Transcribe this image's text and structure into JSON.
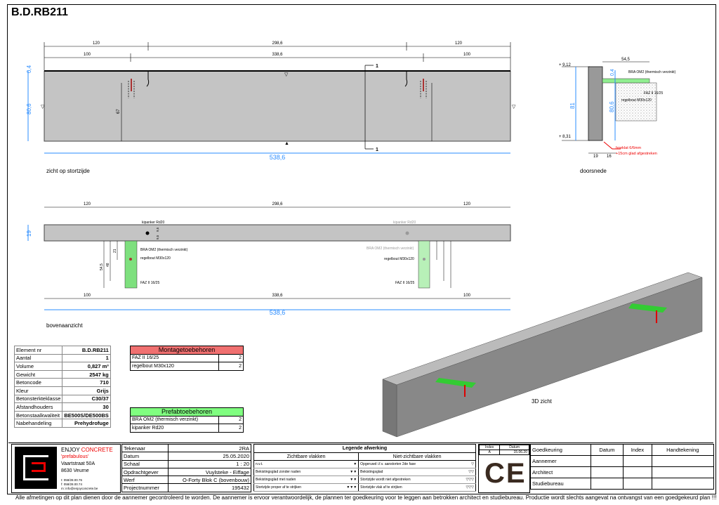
{
  "title": "B.D.RB211",
  "views": {
    "front": {
      "label": "zicht op stortzijde",
      "dims_top": [
        "120",
        "298,6",
        "120"
      ],
      "dims_mid": [
        "100",
        "338,6",
        "100"
      ],
      "total": "538,6",
      "height": "80,6",
      "top": "0,4",
      "anchor_height": "67",
      "section_mark": "1"
    },
    "section": {
      "label": "doorsnede",
      "level_top": "+ 9,12",
      "level_bottom": "+ 8,31",
      "height": "81",
      "inner_height": "80,6",
      "plate_thickness": "0,4",
      "plate_width": "54,5",
      "width": "19",
      "offset": "16",
      "bra_label": "BRA OM2 (thermisch verzinkt)",
      "faz_label": "FAZ II 16/25",
      "regel_label": "regelbout M30x120",
      "note1": "hoeklat 6/6mm",
      "note2": "+15cm glad afgestreken"
    },
    "top": {
      "label": "bovenaanzicht",
      "dims_top": [
        "120",
        "298,6",
        "120"
      ],
      "dims_bottom": [
        "100",
        "338,6",
        "100"
      ],
      "total": "538,6",
      "thickness": "19",
      "half1": "9,5",
      "half2": "9,5",
      "kipanker": "kipanker Rd20",
      "bra": "BRA OM2 (thermisch verzinkt)",
      "regel": "regelbout M30x120",
      "faz": "FAZ II 16/25",
      "d1": "21",
      "d2": "48",
      "d3": "54,5"
    },
    "iso": {
      "label": "3D zicht"
    }
  },
  "properties": [
    {
      "k": "Element nr",
      "v": "B.D.RB211"
    },
    {
      "k": "Aantal",
      "v": "1"
    },
    {
      "k": "Volume",
      "v": "0,827 m³"
    },
    {
      "k": "Gewicht",
      "v": "2547 kg"
    },
    {
      "k": "Betoncode",
      "v": "710"
    },
    {
      "k": "Kleur",
      "v": "Grijs"
    },
    {
      "k": "Betonsterkteklasse",
      "v": "C30/37"
    },
    {
      "k": "Afstandhouders",
      "v": "30"
    },
    {
      "k": "Betonstaalkwaliteit",
      "v": "BE500S/DE500BS"
    },
    {
      "k": "Nabehandeling",
      "v": "Prehydrofuge"
    }
  ],
  "montage": {
    "title": "Montagetoebehoren",
    "color": "#f07070",
    "items": [
      {
        "name": "FAZ II 16/25",
        "qty": "2"
      },
      {
        "name": "regelbout M30x120",
        "qty": "2"
      }
    ]
  },
  "prefab": {
    "title": "Prefabtoebehoren",
    "color": "#80ff80",
    "items": [
      {
        "name": "BRA OM2 (thermisch verzinkt)",
        "qty": "2"
      },
      {
        "name": "kipanker Rd20",
        "qty": "2"
      }
    ]
  },
  "company": {
    "name1": "ENJOY",
    "name2": "CONCRETE",
    "slogan": "'prefabulous'",
    "street": "Vaartstraat 50A",
    "city": "8630 Veurne",
    "tel": "t: 058/28.00.76",
    "fax": "f: 058/28.00.74",
    "mail": "m: info@enjoyconcrete.be"
  },
  "info": [
    {
      "k": "Tekenaar",
      "v": "2RA"
    },
    {
      "k": "Datum",
      "v": "25.05.2020"
    },
    {
      "k": "Schaal",
      "v": "1 : 20"
    },
    {
      "k": "Opdrachtgever",
      "v": "Vuylsteke - Eiffage"
    },
    {
      "k": "Werf",
      "v": "O-Forty Blok C (bovenbouw)"
    },
    {
      "k": "Projectnummer",
      "v": "195432"
    }
  ],
  "legend": {
    "title": "Legende afwerking",
    "col1": "Zichtbare vlakken",
    "col2": "Niet-zichtbare vlakken",
    "rows": [
      {
        "a": "n.v.t.",
        "as": "▼",
        "b": "Opgeruwd i.f.v. aanstorten 2de fase",
        "bs": "▽"
      },
      {
        "a": "Bekistingsglad zonder naden",
        "as": "▼▼",
        "b": "Bekistingsglad",
        "bs": "▽▽"
      },
      {
        "a": "Bekistingsglad met naden",
        "as": "▼▼",
        "b": "Stortzijde wordt niet afgestreken",
        "bs": "▽▽▽"
      },
      {
        "a": "Stortzijde proper af te strijken",
        "as": "▼▼▼",
        "b": "Stortzijde vlak af te strijken",
        "bs": "▽▽▽"
      }
    ]
  },
  "revision": {
    "h1": "Index",
    "h2": "Datum",
    "index": "A",
    "date": "15.06.20",
    "mark": "CE"
  },
  "approval": {
    "headers": [
      "Goedkeuring",
      "Datum",
      "Index",
      "Handtekening"
    ],
    "rows": [
      "Aannemer",
      "Architect",
      "Studiebureau"
    ]
  },
  "footer": "Alle afmetingen op dit plan dienen door de aannemer gecontroleerd te worden.    De aannemer is ervoor verantwoordelijk, de plannen ter goedkeuring voor te leggen aan betrokken architect en studiebureau.    Productie wordt slechts aangevat na ontvangst van een goedgekeurd plan !!!"
}
